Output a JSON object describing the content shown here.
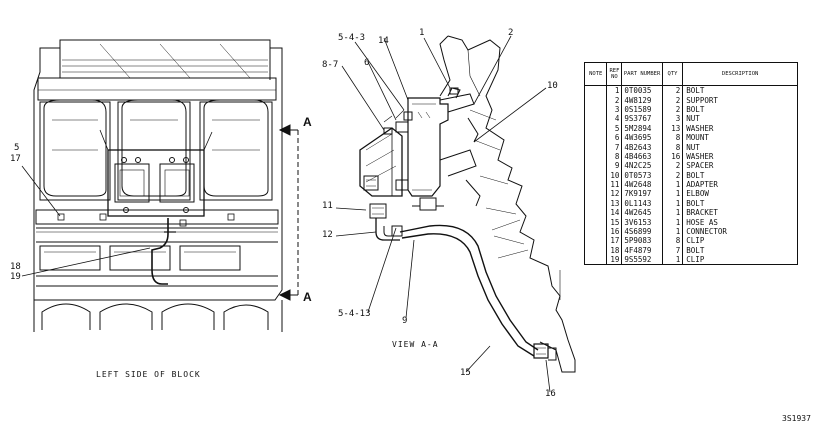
{
  "labels": {
    "left_view": {
      "callouts": [
        "5",
        "17",
        "18",
        "19"
      ],
      "section_marker": "A",
      "caption": "LEFT SIDE OF BLOCK"
    },
    "view_aa": {
      "callouts": [
        "5-4-3",
        "14",
        "1",
        "2",
        "8-7",
        "6",
        "10",
        "11",
        "12",
        "5-4-13",
        "9",
        "15",
        "16"
      ],
      "caption": "VIEW A-A"
    },
    "drawing_number": "3S1937"
  },
  "parts_table": {
    "headers": [
      "NOTE",
      "REF NO",
      "PART NUMBER",
      "QTY",
      "DESCRIPTION"
    ],
    "rows": [
      {
        "ref": "1",
        "part": "0T0035",
        "qty": "2",
        "desc": "BOLT"
      },
      {
        "ref": "2",
        "part": "4W8129",
        "qty": "2",
        "desc": "SUPPORT"
      },
      {
        "ref": "3",
        "part": "0S1589",
        "qty": "2",
        "desc": "BOLT"
      },
      {
        "ref": "4",
        "part": "9S3767",
        "qty": "3",
        "desc": "NUT"
      },
      {
        "ref": "5",
        "part": "5M2894",
        "qty": "13",
        "desc": "WASHER"
      },
      {
        "ref": "6",
        "part": "4W3695",
        "qty": "8",
        "desc": "MOUNT"
      },
      {
        "ref": "7",
        "part": "4B2643",
        "qty": "8",
        "desc": "NUT"
      },
      {
        "ref": "8",
        "part": "4B4663",
        "qty": "16",
        "desc": "WASHER"
      },
      {
        "ref": "9",
        "part": "4N2C25",
        "qty": "2",
        "desc": "SPACER"
      },
      {
        "ref": "10",
        "part": "0T0573",
        "qty": "2",
        "desc": "BOLT"
      },
      {
        "ref": "11",
        "part": "4W2648",
        "qty": "1",
        "desc": "ADAPTER"
      },
      {
        "ref": "12",
        "part": "7K9197",
        "qty": "1",
        "desc": "ELBOW"
      },
      {
        "ref": "13",
        "part": "0L1143",
        "qty": "1",
        "desc": "BOLT"
      },
      {
        "ref": "14",
        "part": "4W2645",
        "qty": "1",
        "desc": "BRACKET"
      },
      {
        "ref": "15",
        "part": "3V6153",
        "qty": "1",
        "desc": "HOSE AS"
      },
      {
        "ref": "16",
        "part": "4S6899",
        "qty": "1",
        "desc": "CONNECTOR"
      },
      {
        "ref": "17",
        "part": "5P9083",
        "qty": "8",
        "desc": "CLIP"
      },
      {
        "ref": "18",
        "part": "4F4879",
        "qty": "7",
        "desc": "BOLT"
      },
      {
        "ref": "19",
        "part": "9S5592",
        "qty": "1",
        "desc": "CLIP"
      }
    ]
  }
}
